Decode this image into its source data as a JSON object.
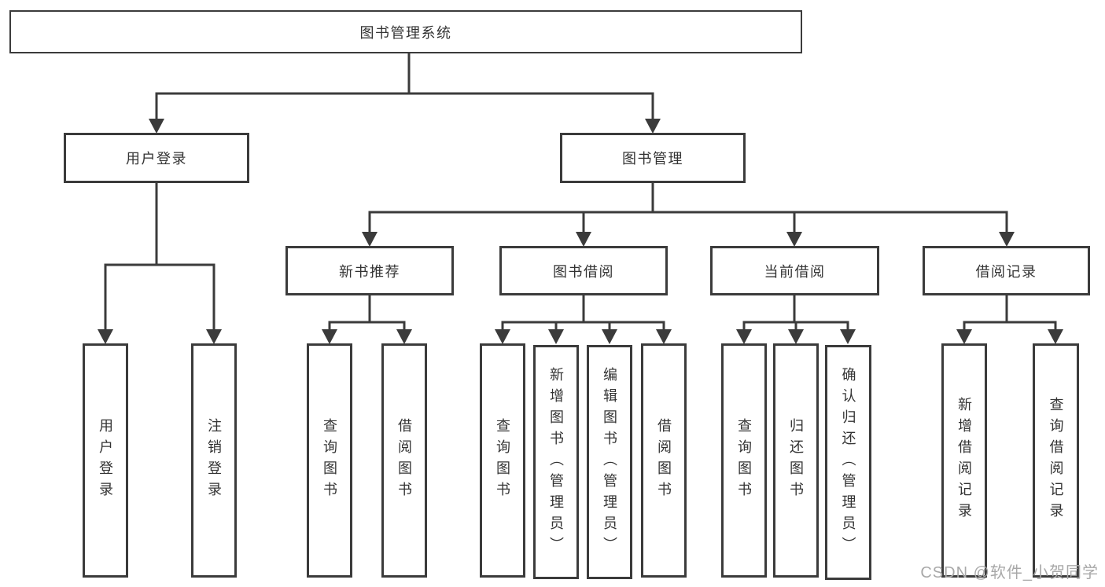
{
  "colors": {
    "line": "#3b3b3b",
    "box-border": "#3b3b3b",
    "box-fill": "#ffffff",
    "text": "#333333",
    "watermark": "#a8a8a8"
  },
  "diagram": {
    "root": {
      "label": "图书管理系统"
    },
    "branches": [
      {
        "label": "用户登录",
        "children": [
          {
            "label": "用户登录"
          },
          {
            "label": "注销登录"
          }
        ]
      },
      {
        "label": "图书管理",
        "children": [
          {
            "label": "新书推荐",
            "children": [
              {
                "label": "查询图书"
              },
              {
                "label": "借阅图书"
              }
            ]
          },
          {
            "label": "图书借阅",
            "children": [
              {
                "label": "查询图书"
              },
              {
                "label": "新增图书（管理员）"
              },
              {
                "label": "编辑图书（管理员）"
              },
              {
                "label": "借阅图书"
              }
            ]
          },
          {
            "label": "当前借阅",
            "children": [
              {
                "label": "查询图书"
              },
              {
                "label": "归还图书"
              },
              {
                "label": "确认归还（管理员）"
              }
            ]
          },
          {
            "label": "借阅记录",
            "children": [
              {
                "label": "新增借阅记录"
              },
              {
                "label": "查询借阅记录"
              }
            ]
          }
        ]
      }
    ]
  },
  "watermark": {
    "text": "CSDN @软件_小贺同学"
  }
}
